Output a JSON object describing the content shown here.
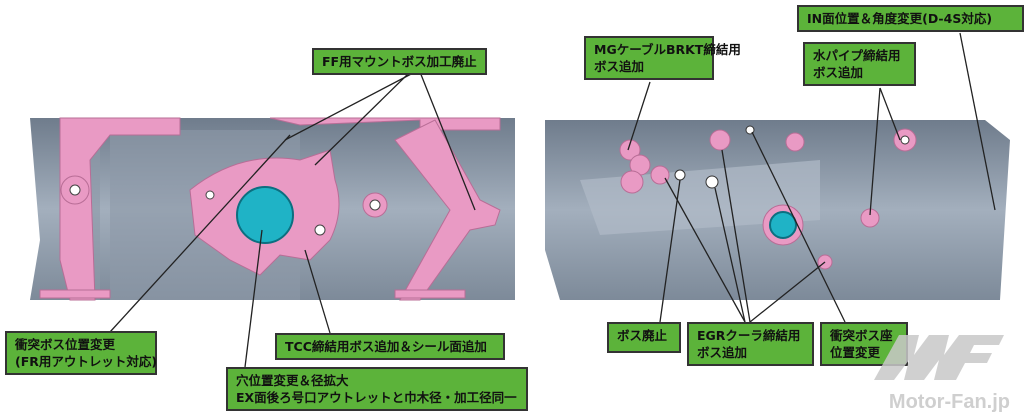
{
  "labels": {
    "ff_mount": {
      "line1": "FF用マウントボス加工廃止"
    },
    "collision_left": {
      "line1": "衝突ボス位置変更",
      "line2": "(FR用アウトレット対応)"
    },
    "tcc": {
      "line1": "TCC締結用ボス追加＆シール面追加"
    },
    "hole": {
      "line1": "穴位置変更＆径拡大",
      "line2": "EX面後ろ号口アウトレットと巾木径・加工径同一"
    },
    "mg_cable": {
      "line1": "MGケーブルBRKT締結用",
      "line2": "ボス追加"
    },
    "in_face": {
      "line1": "IN面位置＆角度変更(D-4S対応)"
    },
    "water_pipe": {
      "line1": "水パイプ締結用",
      "line2": "ボス追加"
    },
    "boss_removed": {
      "line1": "ボス廃止"
    },
    "egr": {
      "line1": "EGRクーラ締結用",
      "line2": "ボス追加"
    },
    "collision_right": {
      "line1": "衝突ボス座",
      "line2": "位置変更"
    }
  },
  "watermark": "Motor-Fan.jp",
  "colors": {
    "label_bg": "#5cb33a",
    "boss_pink": "#e99ac4",
    "metal": "#8a97a6",
    "bore_cyan": "#1fb3c6"
  }
}
